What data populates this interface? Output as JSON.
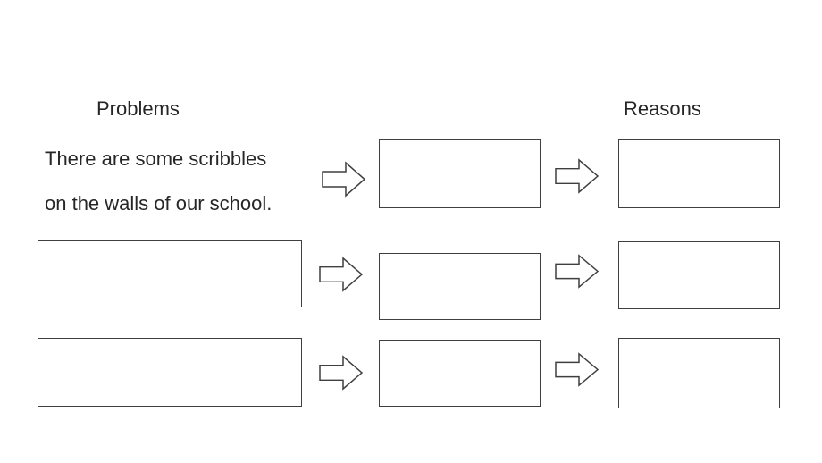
{
  "headings": {
    "problems": "Problems",
    "reasons": "Reasons"
  },
  "problem1": {
    "line1": "There are some scribbles",
    "line2": "on the walls of our school."
  },
  "icons": {
    "arrow": "right-block-arrow"
  },
  "colors": {
    "background": "#ffffff",
    "text": "#262626",
    "outline": "#3f3f3f"
  }
}
